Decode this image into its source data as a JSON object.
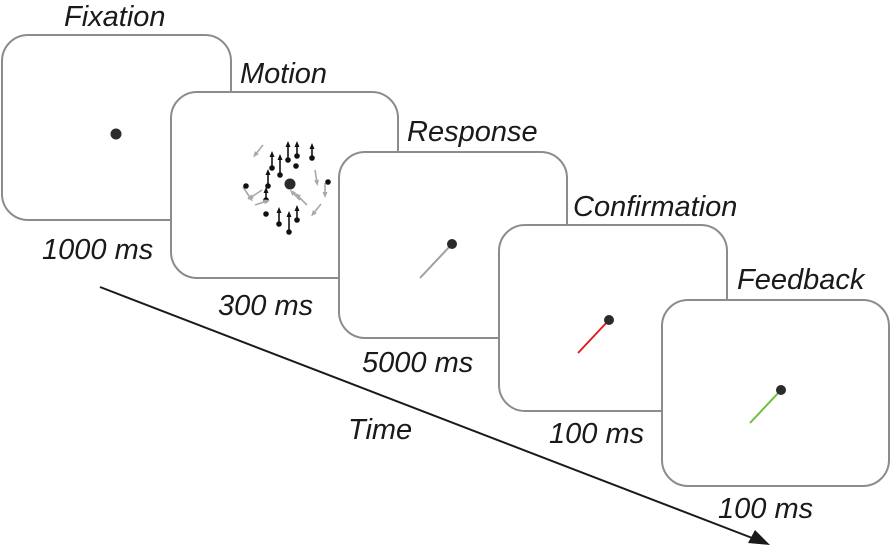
{
  "stages": [
    {
      "name": "Fixation",
      "duration": "1000 ms",
      "line_color": ""
    },
    {
      "name": "Motion",
      "duration": "300 ms",
      "line_color": ""
    },
    {
      "name": "Response",
      "duration": "5000 ms",
      "line_color": "#a0a0a0"
    },
    {
      "name": "Confirmation",
      "duration": "100 ms",
      "line_color": "#e02020"
    },
    {
      "name": "Feedback",
      "duration": "100 ms",
      "line_color": "#6cbf3c"
    }
  ],
  "time_label": "Time",
  "colors": {
    "frame_border": "#8c8c8c",
    "dot": "#2b2b2b",
    "arrow": "#1a1a1a",
    "motion_coherent": "#111111",
    "motion_noise": "#a8a8a8"
  }
}
